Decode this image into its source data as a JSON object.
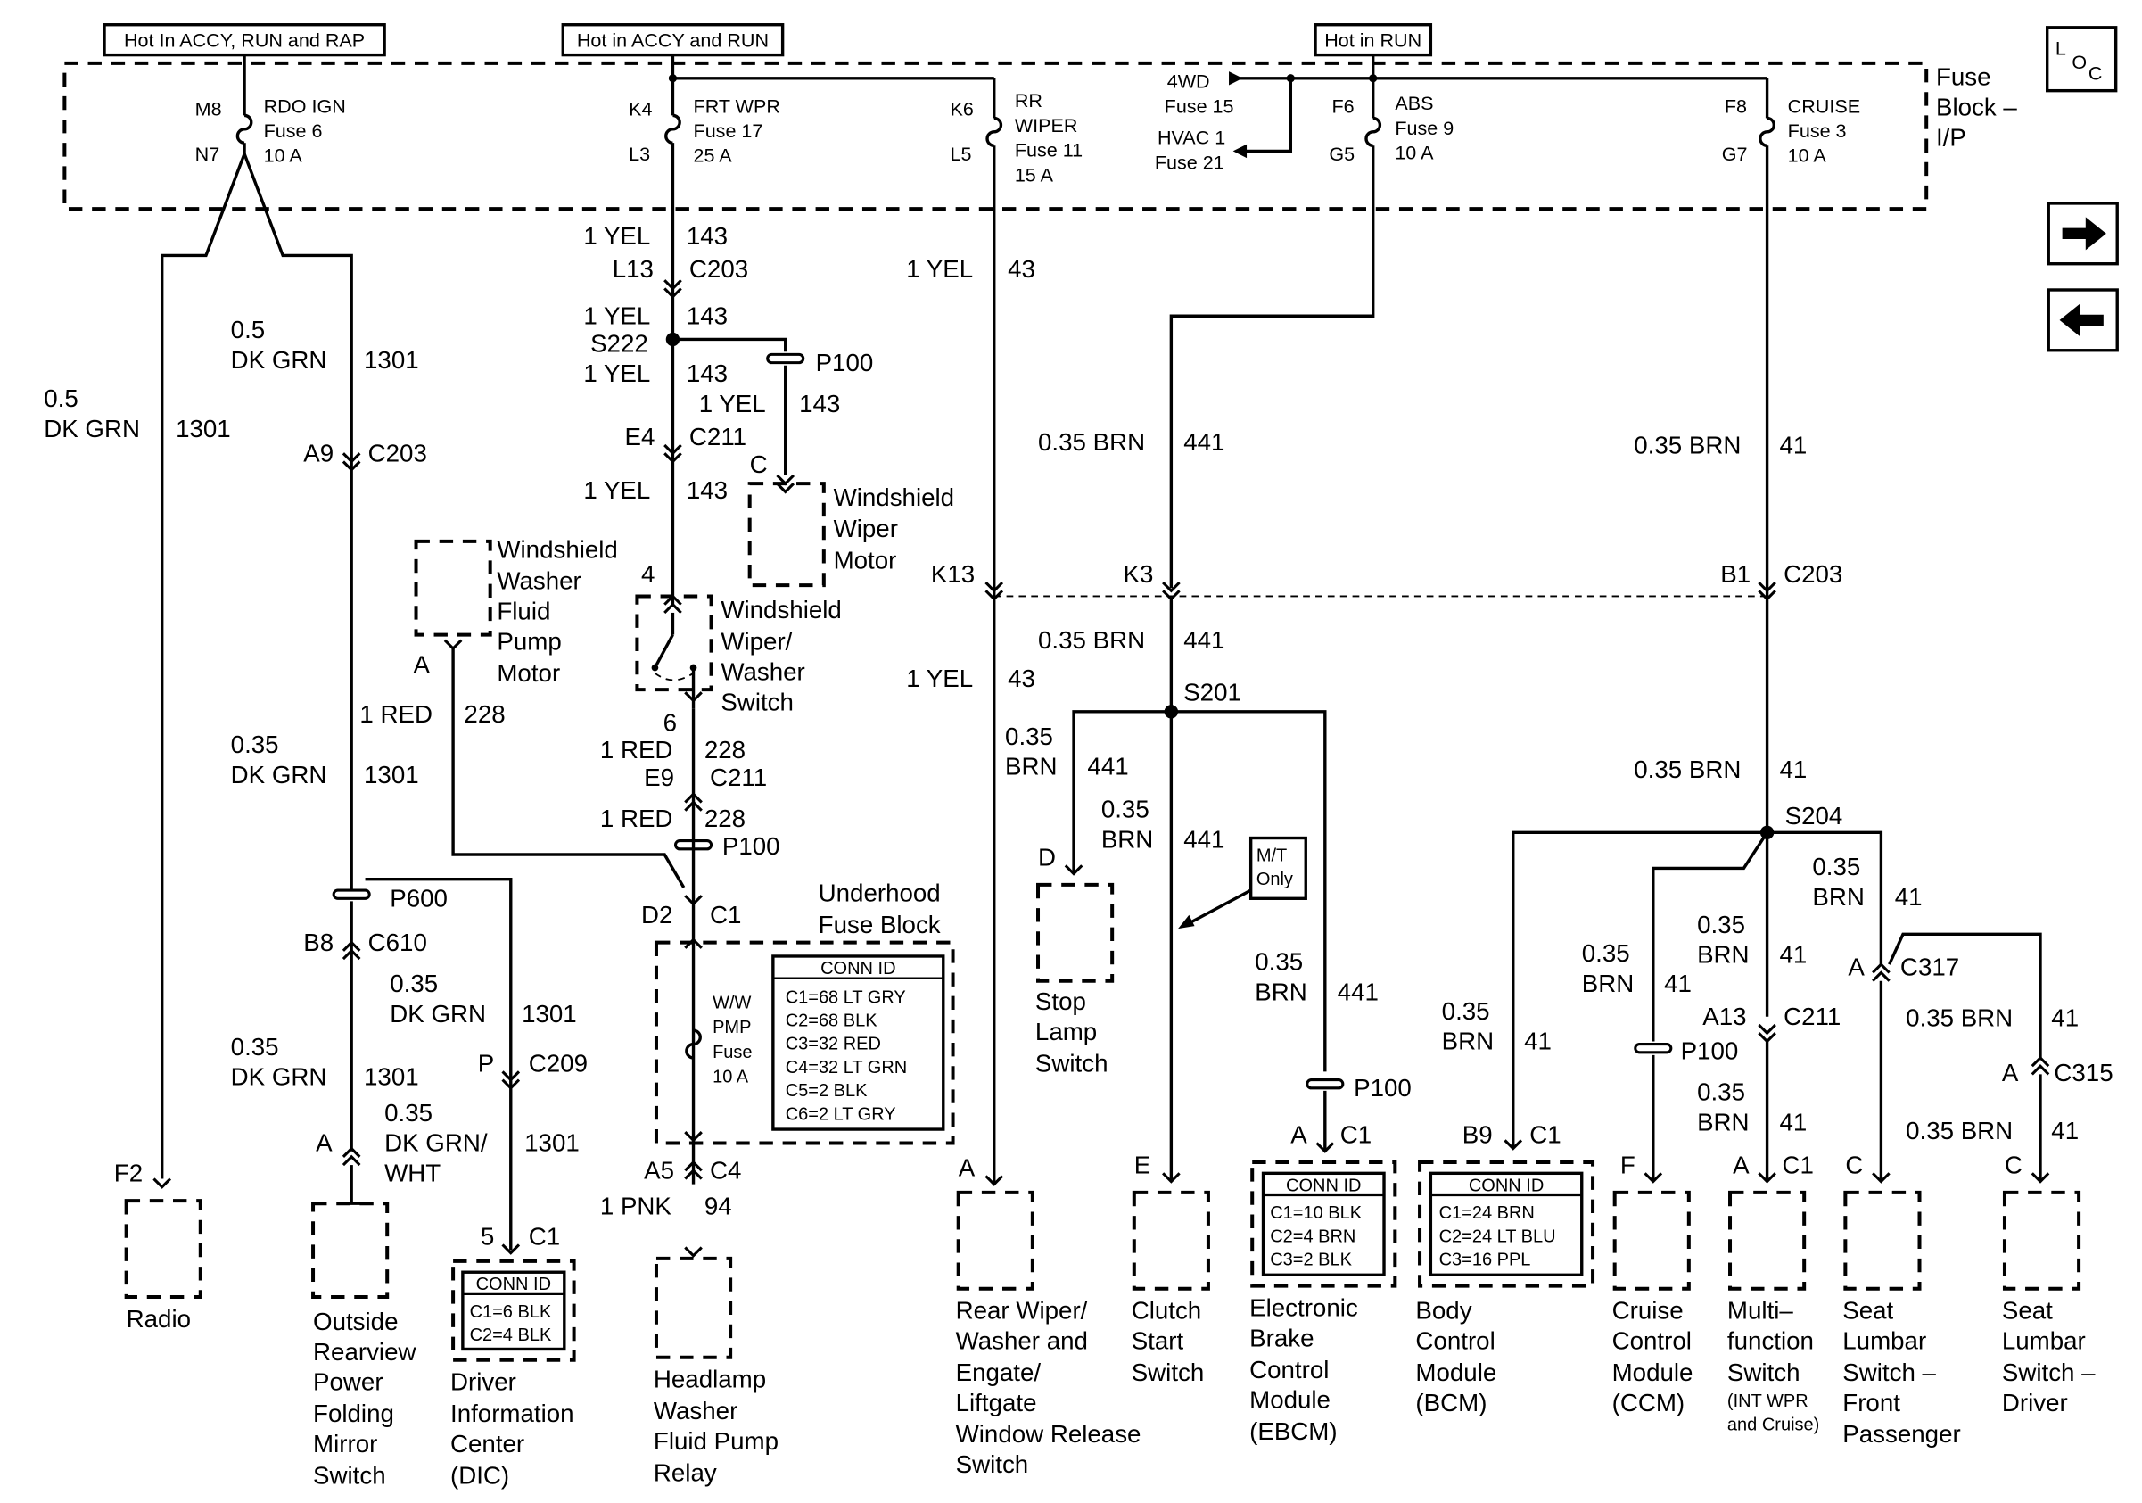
{
  "headers": {
    "accy_run_rap": "Hot In ACCY, RUN and RAP",
    "accy_run": "Hot in ACCY and RUN",
    "run": "Hot in RUN"
  },
  "nav": {
    "loc": "LOC",
    "next_icon": "right-arrow-icon",
    "prev_icon": "left-arrow-icon"
  },
  "fuse_block": {
    "title": [
      "Fuse",
      "Block –",
      "I/P"
    ]
  },
  "fuses": {
    "rdo": {
      "pin_in": "M8",
      "pin_out": "N7",
      "lines": [
        "RDO IGN",
        "Fuse 6",
        "10 A"
      ]
    },
    "frt_wpr": {
      "pin_in": "K4",
      "pin_out": "L3",
      "lines": [
        "FRT WPR",
        "Fuse 17",
        "25 A"
      ]
    },
    "rr_wiper": {
      "pin_in": "K6",
      "pin_out": "L5",
      "lines": [
        "RR",
        "WIPER",
        "Fuse 11",
        "15 A"
      ]
    },
    "fwd": {
      "lines": [
        "4WD",
        "Fuse 15"
      ]
    },
    "hvac": {
      "lines": [
        "HVAC 1",
        "Fuse 21"
      ]
    },
    "abs": {
      "pin_in": "F6",
      "pin_out": "G5",
      "lines": [
        "ABS",
        "Fuse 9",
        "10 A"
      ]
    },
    "cruise": {
      "pin_in": "F8",
      "pin_out": "G7",
      "lines": [
        "CRUISE",
        "Fuse 3",
        "10 A"
      ]
    }
  },
  "wires": {
    "a1": [
      "1 YEL",
      "143"
    ],
    "a1c": [
      "L13",
      "C203"
    ],
    "a2": [
      "1 YEL",
      "143"
    ],
    "s222": "S222",
    "a3": [
      "1 YEL",
      "143"
    ],
    "a3p": "P100",
    "a4": [
      "1 YEL",
      "143"
    ],
    "a4c": "C",
    "a5c": [
      "E4",
      "C211"
    ],
    "a6": [
      "1 YEL",
      "143"
    ],
    "rr1": [
      "1 YEL",
      "43"
    ],
    "rr2": [
      "1 YEL",
      "43"
    ],
    "dk1": [
      "0.5",
      "DK GRN",
      "1301"
    ],
    "dk2": [
      "0.5",
      "DK GRN",
      "1301"
    ],
    "a9": [
      "A9",
      "C203"
    ],
    "dk3": [
      "0.35",
      "DK GRN",
      "1301"
    ],
    "red1": [
      "1 RED",
      "228"
    ],
    "p600": "P600",
    "c610": [
      "B8",
      "C610"
    ],
    "dk4": [
      "0.35",
      "DK GRN",
      "1301"
    ],
    "dk5": [
      "0.35",
      "DK GRN",
      "1301"
    ],
    "c209": [
      "P",
      "C209"
    ],
    "dk6": [
      "0.35",
      "DK GRN/",
      "WHT",
      "1301"
    ],
    "sw6": "6",
    "red2": [
      "1 RED",
      "228"
    ],
    "e9": [
      "E9",
      "C211"
    ],
    "red3": [
      "1 RED",
      "228"
    ],
    "p100b": "P100",
    "d2": [
      "D2",
      "C1"
    ],
    "a5": [
      "A5",
      "C4"
    ],
    "pnk": [
      "1 PNK",
      "94"
    ],
    "brn441a": [
      "0.35 BRN",
      "441"
    ],
    "brn441b": [
      "0.35 BRN",
      "441"
    ],
    "s201": "S201",
    "brn441c": [
      "0.35",
      "BRN",
      "441"
    ],
    "brn441d": [
      "0.35",
      "BRN",
      "441"
    ],
    "brn441e": [
      "0.35",
      "BRN",
      "441"
    ],
    "p100c": "P100",
    "brn41a": [
      "0.35 BRN",
      "41"
    ],
    "brn41b": [
      "0.35 BRN",
      "41"
    ],
    "s204": "S204",
    "brn41c": [
      "0.35",
      "BRN",
      "41"
    ],
    "brn41d": [
      "0.35",
      "BRN",
      "41"
    ],
    "brn41e": [
      "0.35",
      "BRN",
      "41"
    ],
    "brn41f": [
      "0.35",
      "BRN",
      "41"
    ],
    "brn41g": [
      "0.35",
      "BRN",
      "41"
    ],
    "p100d": "P100",
    "a13": [
      "A13",
      "C211"
    ],
    "c317": [
      "A",
      "C317"
    ],
    "brn41h": [
      "0.35 BRN",
      "41"
    ],
    "c315": [
      "A",
      "C315"
    ],
    "brn41i": [
      "0.35 BRN",
      "41"
    ],
    "k13": "K13",
    "k3": "K3",
    "b1": [
      "B1",
      "C203"
    ],
    "mt": [
      "M/T",
      "Only"
    ]
  },
  "components": {
    "radio": {
      "pin": "F2",
      "label": [
        "Radio"
      ]
    },
    "mirror": {
      "pin": "A",
      "label": [
        "Outside",
        "Rearview",
        "Power",
        "Folding",
        "Mirror",
        "Switch"
      ]
    },
    "dic": {
      "pin": [
        "5",
        "C1"
      ],
      "label": [
        "Driver",
        "Information",
        "Center",
        "(DIC)"
      ],
      "conn": [
        "CONN ID",
        "C1=6 BLK",
        "C2=4 BLK"
      ]
    },
    "washer_pump": {
      "pin": "A",
      "label": [
        "Windshield",
        "Washer",
        "Fluid",
        "Pump",
        "Motor"
      ]
    },
    "wiper_motor": {
      "label": [
        "Windshield",
        "Wiper",
        "Motor"
      ]
    },
    "wiper_switch": {
      "pin": "4",
      "label": [
        "Windshield",
        "Wiper/",
        "Washer",
        "Switch"
      ]
    },
    "underhood": {
      "label": [
        "Underhood",
        "Fuse Block"
      ],
      "fuse": [
        "W/W",
        "PMP",
        "Fuse",
        "10 A"
      ],
      "conn": [
        "CONN ID",
        "C1=68 LT GRY",
        "C2=68 BLK",
        "C3=32 RED",
        "C4=32 LT GRN",
        "C5=2 BLK",
        "C6=2 LT GRY"
      ]
    },
    "headlamp": {
      "label": [
        "Headlamp",
        "Washer",
        "Fluid Pump",
        "Relay"
      ]
    },
    "rear_wiper": {
      "pin": "A",
      "label": [
        "Rear Wiper/",
        "Washer and",
        "Engate/",
        "Liftgate",
        "Window Release",
        "Switch"
      ]
    },
    "stop_lamp": {
      "pin": "D",
      "label": [
        "Stop",
        "Lamp",
        "Switch"
      ]
    },
    "clutch": {
      "pin": "E",
      "label": [
        "Clutch",
        "Start",
        "Switch"
      ]
    },
    "ebcm": {
      "pin": [
        "A",
        "C1"
      ],
      "label": [
        "Electronic",
        "Brake",
        "Control",
        "Module",
        "(EBCM)"
      ],
      "conn": [
        "CONN ID",
        "C1=10 BLK",
        "C2=4 BRN",
        "C3=2 BLK"
      ]
    },
    "bcm": {
      "pin": [
        "B9",
        "C1"
      ],
      "label": [
        "Body",
        "Control",
        "Module",
        "(BCM)"
      ],
      "conn": [
        "CONN ID",
        "C1=24 BRN",
        "C2=24 LT BLU",
        "C3=16 PPL"
      ]
    },
    "ccm": {
      "pin": "F",
      "label": [
        "Cruise",
        "Control",
        "Module",
        "(CCM)"
      ]
    },
    "multi": {
      "pin": [
        "A",
        "C1"
      ],
      "label": [
        "Multi–",
        "function",
        "Switch"
      ],
      "sublabel": [
        "(INT WPR",
        "and Cruise)"
      ]
    },
    "lumbar_front": {
      "pin": "C",
      "label": [
        "Seat",
        "Lumbar",
        "Switch –",
        "Front",
        "Passenger"
      ]
    },
    "lumbar_driver": {
      "pin": "C",
      "label": [
        "Seat",
        "Lumbar",
        "Switch –",
        "Driver"
      ]
    }
  }
}
